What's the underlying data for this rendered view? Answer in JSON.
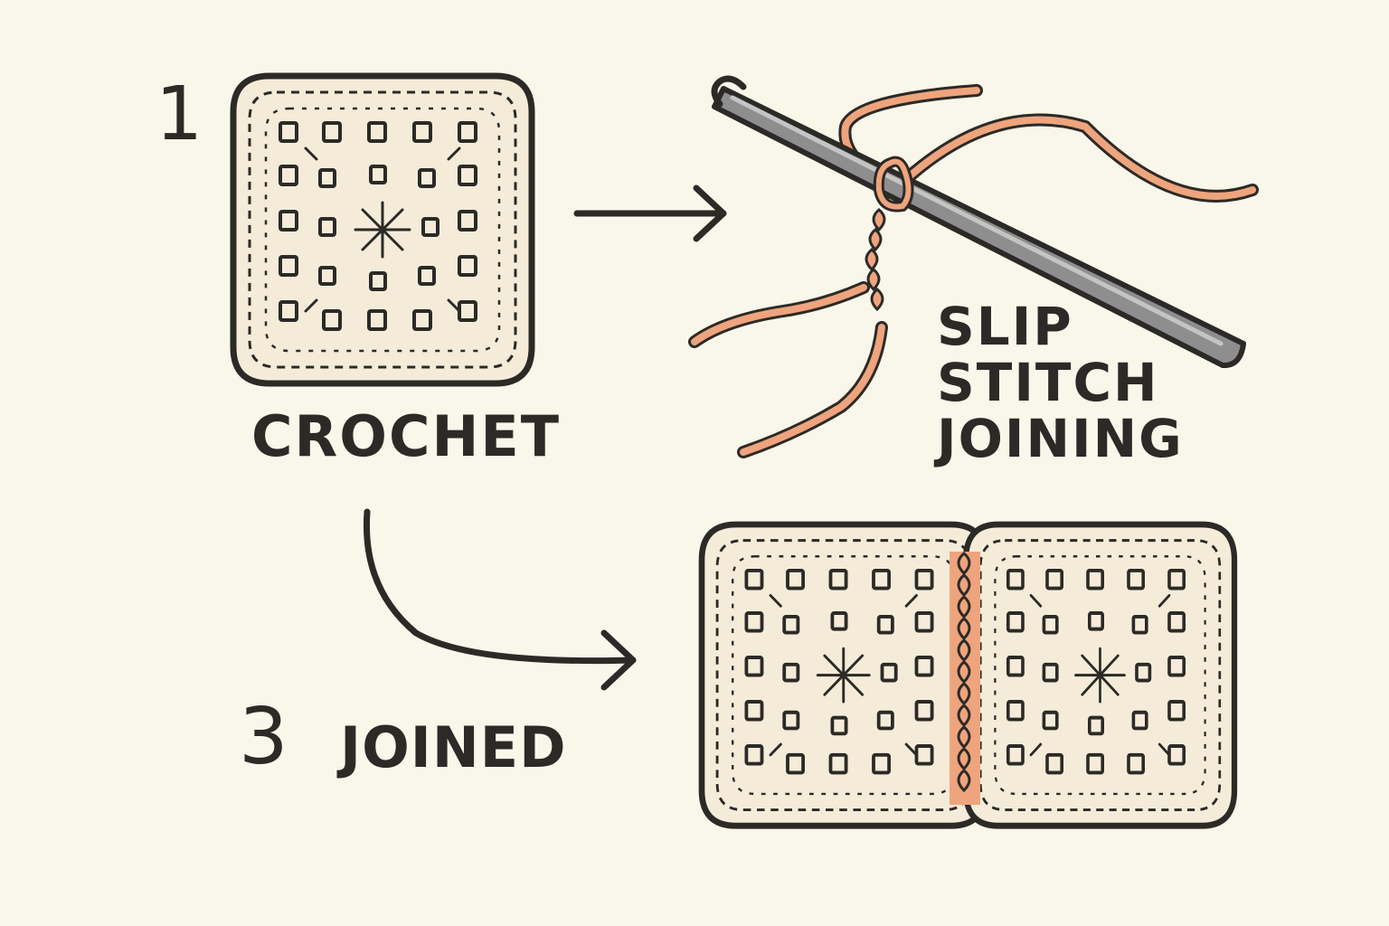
{
  "colors": {
    "background": "#f9f6ea",
    "square_fill": "#f4ecd9",
    "outline": "#2c2a27",
    "yarn": "#eea47d",
    "hook": "#8e8e8e"
  },
  "step1": {
    "number": "1",
    "label": "CROCHET"
  },
  "step2": {
    "label_lines": [
      "SLIP",
      "STITCH",
      "JOINING"
    ]
  },
  "step3": {
    "number": "3",
    "label": "JOINED"
  },
  "icons": {
    "single_square": "crochet-granny-square-icon",
    "hook": "crochet-hook-icon",
    "yarn": "yarn-icon",
    "joined_squares": "joined-granny-squares-icon",
    "arrow": "arrow-right-icon"
  }
}
